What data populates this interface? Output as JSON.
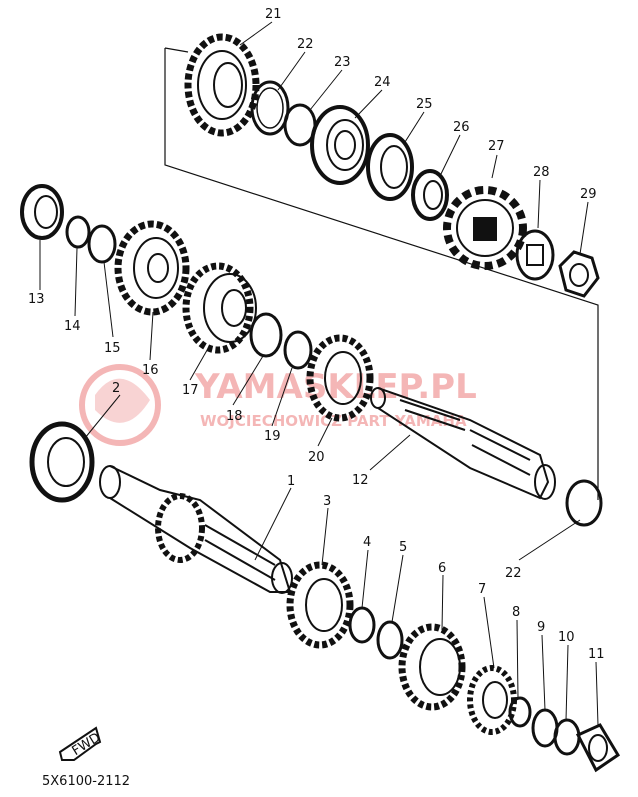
{
  "diagram": {
    "code": "5X6100-2112",
    "fwd_label": "FWD",
    "watermark_line1": "YAMASKLEP.PL",
    "watermark_line2": "WOJCIECHOWICZ PART   YAMAHA",
    "colors": {
      "ink": "#111111",
      "paper": "#ffffff",
      "watermark": "#e03030"
    }
  },
  "part_labels": [
    "21",
    "22",
    "23",
    "24",
    "25",
    "26",
    "27",
    "28",
    "29",
    "13",
    "14",
    "15",
    "16",
    "17",
    "18",
    "19",
    "20",
    "12",
    "2",
    "1",
    "3",
    "4",
    "5",
    "6",
    "7",
    "8",
    "9",
    "10",
    "11",
    "22"
  ]
}
